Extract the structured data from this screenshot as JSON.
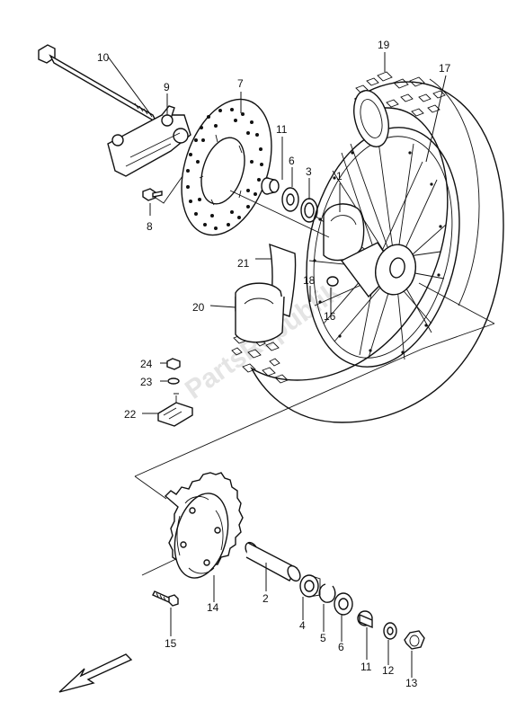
{
  "diagram": {
    "watermark": "PartsRepublik",
    "callouts": {
      "c1": "1",
      "c2": "2",
      "c3": "3",
      "c4": "4",
      "c5": "5",
      "c6a": "6",
      "c6b": "6",
      "c7": "7",
      "c8": "8",
      "c9": "9",
      "c10": "10",
      "c11a": "11",
      "c11b": "11",
      "c12": "12",
      "c13": "13",
      "c14": "14",
      "c15": "15",
      "c16": "16",
      "c17": "17",
      "c18": "18",
      "c19": "19",
      "c20": "20",
      "c21": "21",
      "c22": "22",
      "c23": "23",
      "c24": "24"
    },
    "front_arrow": "arrow-icon"
  }
}
